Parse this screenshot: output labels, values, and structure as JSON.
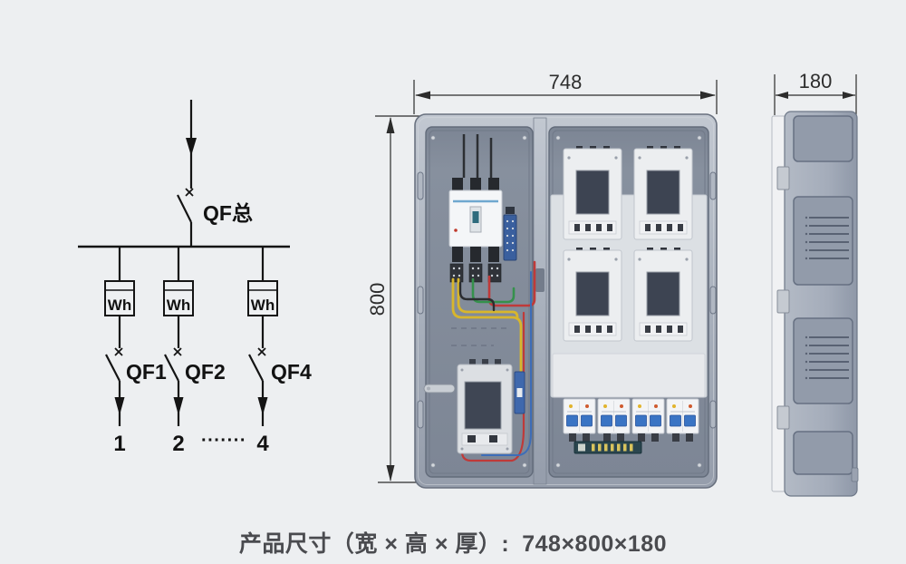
{
  "diagram": {
    "main_breaker": {
      "label": "QF总"
    },
    "branches": [
      {
        "meter_label": "Wh",
        "breaker_label": "QF1",
        "output_label": "1"
      },
      {
        "meter_label": "Wh",
        "breaker_label": "QF2",
        "output_label": "2"
      },
      {
        "meter_label": "Wh",
        "breaker_label": "QF4",
        "output_label": "4"
      }
    ],
    "ellipsis": "·······"
  },
  "dimensions": {
    "width_label": "748",
    "height_label": "800",
    "depth_label": "180"
  },
  "caption": {
    "label": "产品尺寸（宽 × 高 × 厚）:",
    "value": "748×800×180"
  },
  "colors": {
    "background": "#edeff1",
    "diagram_line": "#141414",
    "box_shell": "#a9b1bd",
    "box_recess": "#808998",
    "meter_plate": "#eceef0",
    "wire_yellow": "#d8b62c",
    "wire_green": "#35914c",
    "wire_red": "#bf3a39",
    "wire_blue": "#3d6db8",
    "breaker_toggle": "#3a74c4",
    "terminal_block_blue": "#3a5f9e",
    "terminal_strip_teal": "#2a454e",
    "caption_text": "#4a4b4f"
  }
}
